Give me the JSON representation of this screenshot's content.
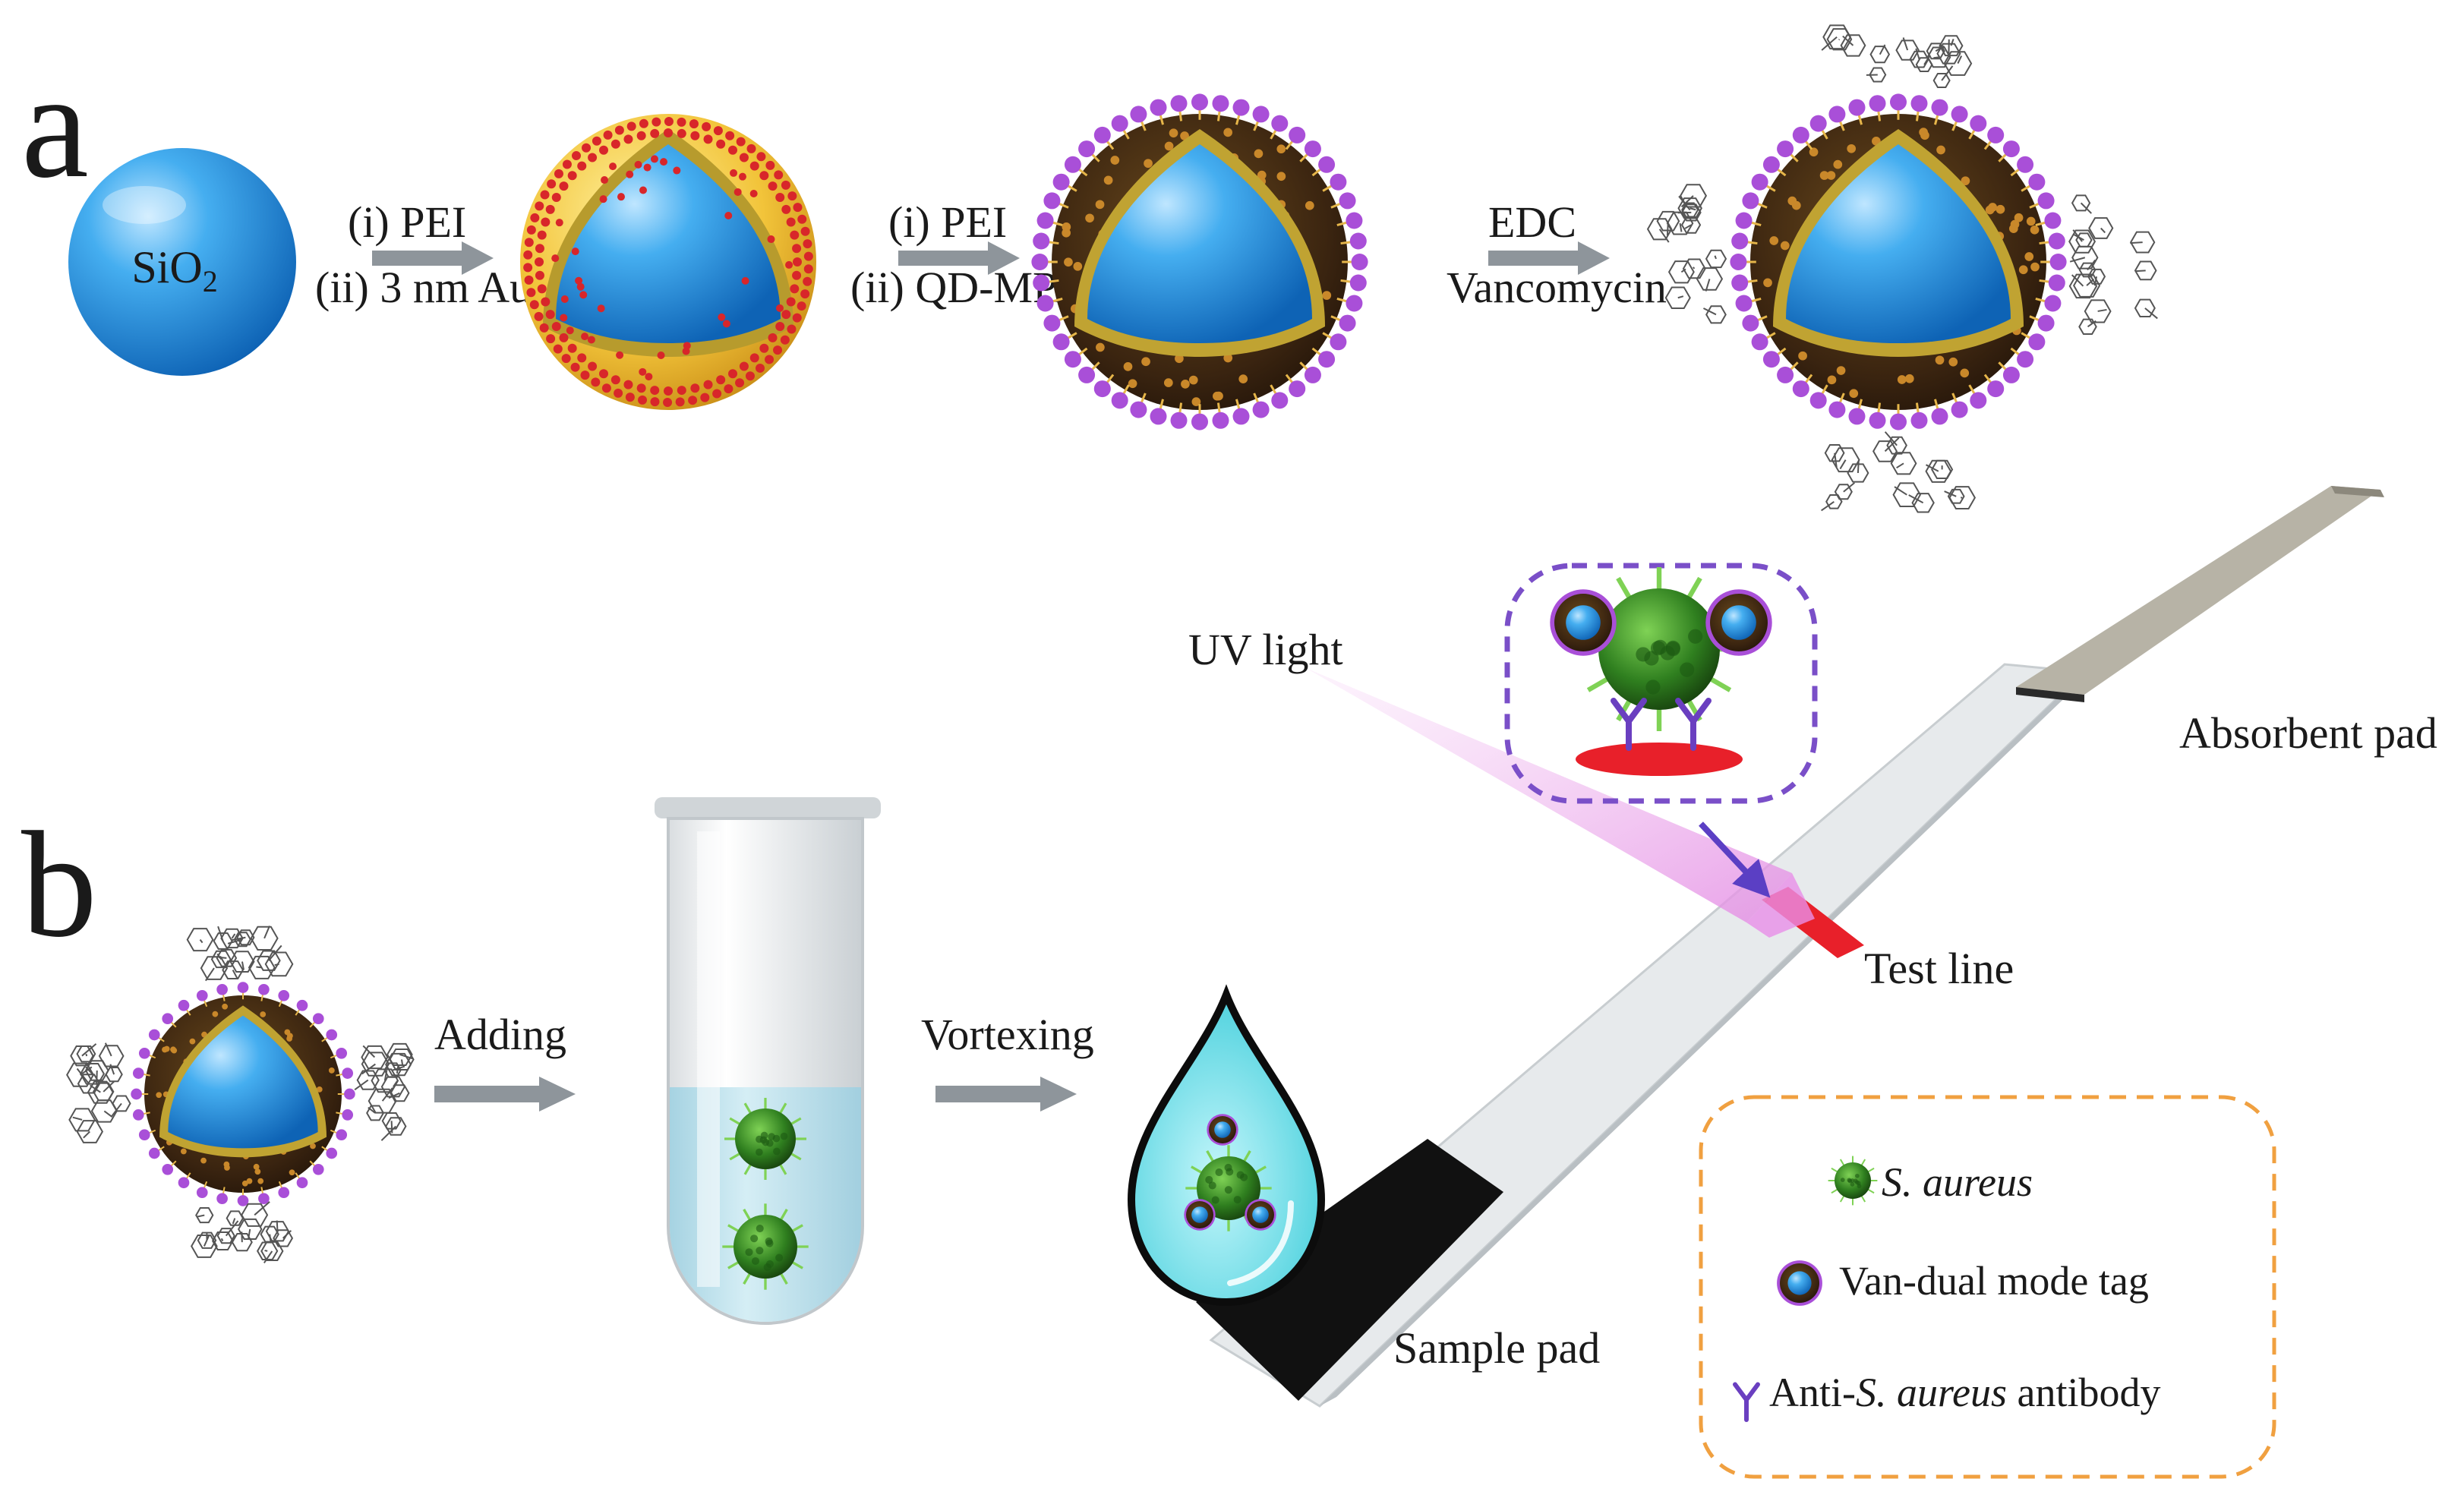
{
  "panels": {
    "a_label": "a",
    "b_label": "b"
  },
  "synthesis": {
    "core_label": "SiO",
    "core_subscript": "2",
    "step1": {
      "line1": "(i) PEI",
      "line2": "(ii) 3 nm Au"
    },
    "step2": {
      "line1": "(i) PEI",
      "line2": "(ii) QD-MPA"
    },
    "step3": {
      "line1": "EDC",
      "line2": "Vancomycin"
    }
  },
  "assay": {
    "adding": "Adding",
    "vortexing": "Vortexing",
    "uv_light": "UV light",
    "absorbent_pad": "Absorbent pad",
    "test_line": "Test line",
    "sample_pad": "Sample pad"
  },
  "legend": {
    "bacteria": "S. aureus",
    "tag": "Van-dual mode tag",
    "antibody_prefix": "Anti-",
    "antibody_italic": "S. aureus",
    "antibody_suffix": " antibody"
  },
  "colors": {
    "core_blue": "#2f8fdc",
    "gold_shell": "#f2c43a",
    "au_dots": "#d8262a",
    "qd_purple": "#a94fd8",
    "bacteria_green": "#2f7f1f",
    "test_line_red": "#e8202a",
    "antibody_purple": "#6a3fc0",
    "legend_orange": "#f0a040",
    "halo_purple": "#8a5cc8"
  }
}
